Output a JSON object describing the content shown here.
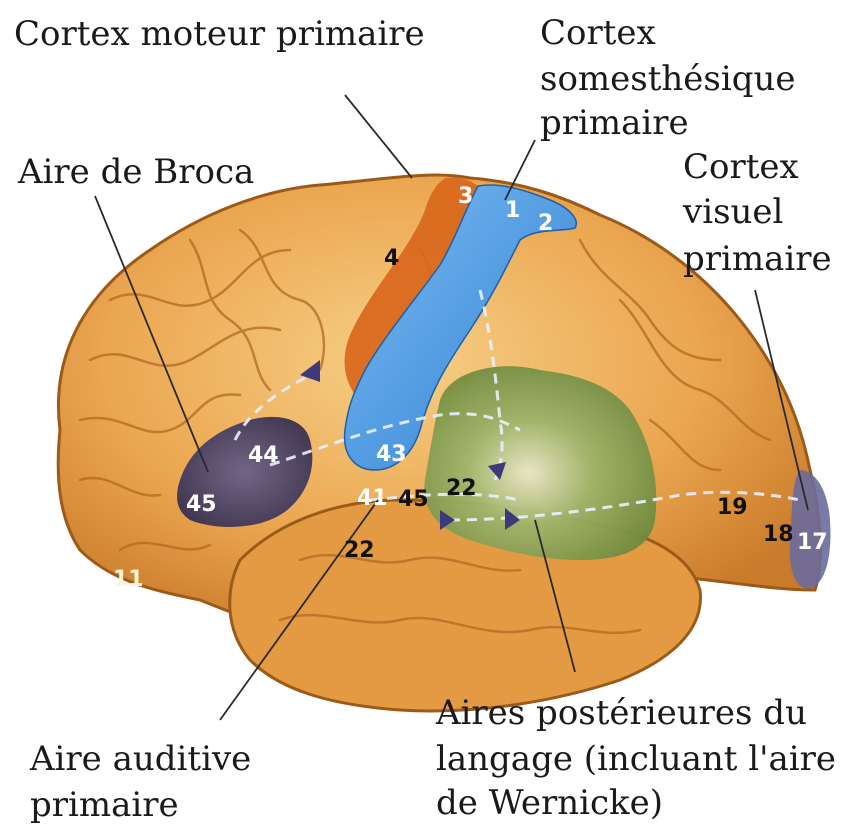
{
  "labels": {
    "motor": "Cortex moteur primaire",
    "somato": [
      "Cortex",
      "somesthésique",
      "primaire"
    ],
    "broca": "Aire de Broca",
    "visual": [
      "Cortex",
      "visuel",
      "primaire"
    ],
    "auditory": [
      "Aire auditive",
      "primaire"
    ],
    "posterior": [
      "Aires postérieures du",
      "langage (incluant l'aire",
      "de Wernicke)"
    ]
  },
  "areas": {
    "a3": "3",
    "a1": "1",
    "a2": "2",
    "a4": "4",
    "a44": "44",
    "a45": "45",
    "a43": "43",
    "a41": "41",
    "a45b": "45",
    "a22": "22",
    "a22b": "22",
    "a19": "19",
    "a18": "18",
    "a17": "17",
    "a11": "11"
  },
  "colors": {
    "brain": "#e8a24a",
    "brain_dark": "#b86a1e",
    "motor": "#d8661c",
    "somato": "#4a97e0",
    "broca": "#4a4266",
    "language": "#7f9a4c",
    "visual": "#6a6a9a"
  }
}
